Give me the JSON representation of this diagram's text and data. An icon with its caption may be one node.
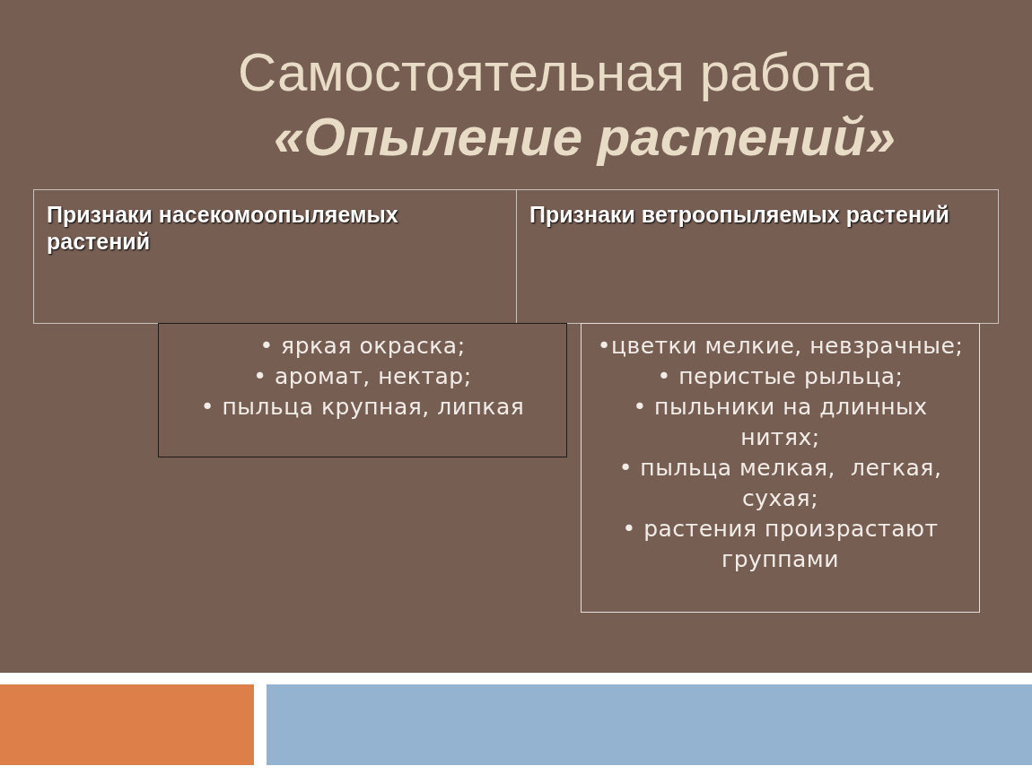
{
  "diagram": {
    "title": "Самостоятельная работа «Опыление растений»",
    "nodes": [
      {
        "text": [
          "Признаки насекомоопыляемых растений"
        ]
      },
      {
        "text": [
          "Признаки ветроопыляемых растений"
        ]
      },
      {
        "text": [
          "• яркая окраска;",
          "• аромат, нектар;",
          "• пыльца крупная, липкая"
        ]
      },
      {
        "text": [
          "•цветки мелкие, невзрачные;",
          "• перистые рыльца;",
          "• пыльники на длинных нитях;",
          "• пыльца мелкая,  легкая, сухая;",
          "• растения произрастают группами"
        ]
      }
    ],
    "edges": []
  }
}
